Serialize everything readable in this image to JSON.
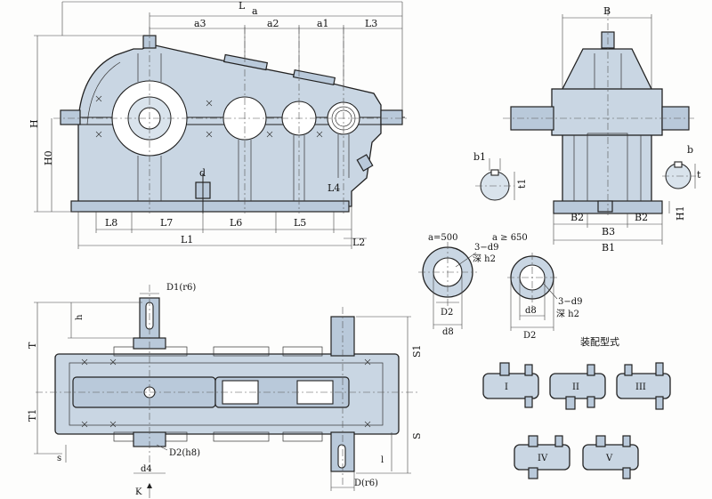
{
  "front_view": {
    "dims_top": {
      "L": "L",
      "a": "a",
      "a3": "a3",
      "a2": "a2",
      "a1": "a1",
      "L3": "L3"
    },
    "dims_left": {
      "H": "H",
      "H0": "H0"
    },
    "dims_bottom": {
      "L8": "L8",
      "L7": "L7",
      "L6": "L6",
      "L5": "L5",
      "L1": "L1",
      "L2": "L2",
      "d": "d",
      "L4": "L4"
    }
  },
  "side_view": {
    "dims": {
      "B": "B",
      "B2a": "B2",
      "B2b": "B2",
      "B3": "B3",
      "B1": "B1",
      "H1": "H1"
    }
  },
  "keyways": {
    "b1": "b1",
    "t1": "t1",
    "b": "b",
    "t": "t"
  },
  "bore_sections": {
    "left": {
      "title": "a=500",
      "note1": "3−d9",
      "note2": "深 h2",
      "D2": "D2",
      "d8": "d8"
    },
    "right": {
      "title": "a ≥ 650",
      "note1": "3−d9",
      "note2": "深 h2",
      "d8": "d8",
      "D2": "D2"
    }
  },
  "top_view": {
    "dims": {
      "D1r6": "D1(r6)",
      "h": "h",
      "T": "T",
      "T1": "T1",
      "S1": "S1",
      "S": "S",
      "s": "s",
      "D2h8": "D2(h8)",
      "d4": "d4",
      "K": "K",
      "l": "l",
      "Dr6": "D(r6)"
    }
  },
  "assembly": {
    "title": "装配型式",
    "types": [
      "I",
      "II",
      "III",
      "IV",
      "V"
    ]
  },
  "colors": {
    "housing": "#c9d6e3",
    "line": "#222222"
  }
}
